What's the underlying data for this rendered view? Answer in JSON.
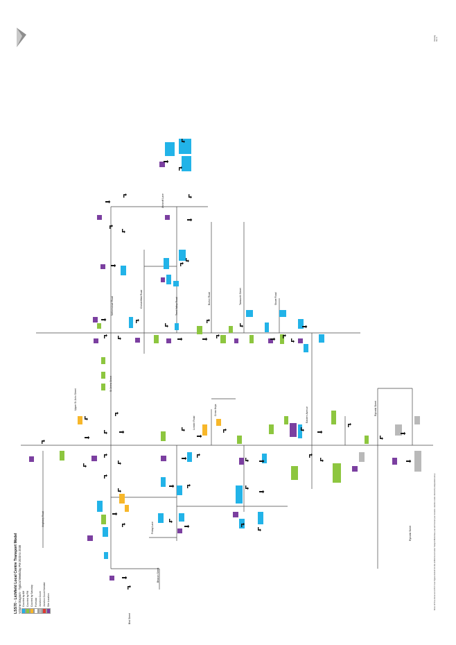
{
  "header": {
    "title": "LSS70 - Lichfield Local Centre Transport Model",
    "subtitle": "Volume Diagram - Typical Weekday PM 2023 to 2030"
  },
  "legend": {
    "items": [
      {
        "label": "Counted by AM",
        "color": "#22b3e8"
      },
      {
        "label": "Counted by PM",
        "color": "#8dc63f"
      },
      {
        "label": "Counted by Saturday",
        "color": "#f7b72a"
      },
      {
        "label": "Forecast",
        "color": "#ffffff"
      },
      {
        "label": "Junction Count",
        "color": "#b9b9b9"
      },
      {
        "label": "Junction Count Needed",
        "color": "#e03a31"
      },
      {
        "label": "Site Location",
        "color": "#7b3fa0"
      }
    ]
  },
  "colors": {
    "cyan": "#22b3e8",
    "green": "#8dc63f",
    "orange": "#f7b72a",
    "grey": "#b9b9b9",
    "purple": "#7b3fa0",
    "red": "#e03a31"
  },
  "roads": {
    "ring_road": "Netherstowe Road",
    "friday_lane": "Friday Lane",
    "anglesey_road": "Anglesey Road",
    "bird_street": "Bird Street",
    "beacon_street": "Beacon Street",
    "chesterfield_road": "Chesterfield Road",
    "upper_st_john": "Upper St John Street",
    "st_johns_street": "St Johns Street",
    "trent_valley": "Trent Valley Road",
    "london_road": "London Road",
    "cross_keys": "Cross Keys",
    "burton_road": "Burton Road",
    "tamworth_street": "Tamworth Street",
    "stowe_road": "Stowe Road",
    "eastern_avenue": "Eastern Avenue",
    "rykneld_street": "Rykneld Street",
    "ashcroft_lane": "Ashcroft Lane"
  },
  "footer": {
    "note": "Notes: All flows shown are in PCU / hour. Figures derived from the Lichfield Local Centre Transport Model base year and forecast year scenarios. Junction counts collected by independent survey."
  },
  "corner": {
    "line1": "Drawing",
    "line2": "Rev A"
  }
}
